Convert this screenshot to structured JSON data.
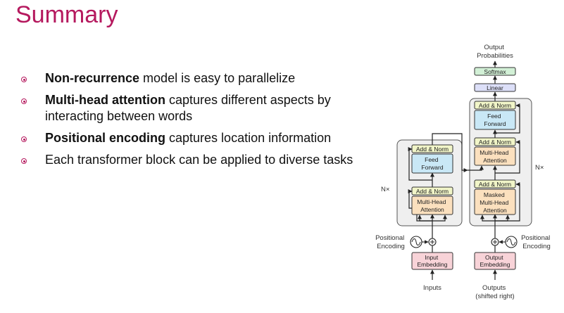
{
  "title": "Summary",
  "bullets": [
    {
      "bold": "Non-recurrence",
      "text": " model is easy to parallelize"
    },
    {
      "bold": "Multi-head attention",
      "text": " captures different aspects by interacting between words"
    },
    {
      "bold": "Positional encoding",
      "text": " captures location information"
    },
    {
      "bold": "",
      "text": "Each transformer block can be applied to diverse tasks"
    }
  ],
  "diagram": {
    "output_probabilities": [
      "Output",
      "Probabilities"
    ],
    "softmax": "Softmax",
    "linear": "Linear",
    "add_norm": "Add & Norm",
    "feed_forward": [
      "Feed",
      "Forward"
    ],
    "multi_head_attention": [
      "Multi-Head",
      "Attention"
    ],
    "masked_multi_head_attention": [
      "Masked",
      "Multi-Head",
      "Attention"
    ],
    "encoder_nx": "N×",
    "decoder_nx": "N×",
    "positional_encoding": [
      "Positional",
      "Encoding"
    ],
    "input_embedding": [
      "Input",
      "Embedding"
    ],
    "output_embedding": [
      "Output",
      "Embedding"
    ],
    "inputs": "Inputs",
    "outputs": [
      "Outputs",
      "(shifted right)"
    ],
    "colors": {
      "title": "#b5195e",
      "add_norm": "#f1f5c8",
      "feed_forward": "#c9e8f6",
      "attention": "#fbe0be",
      "embedding": "#f8d3d8",
      "linear": "#dcdff8",
      "softmax": "#d2f0d6",
      "block_bg": "#efefef"
    }
  }
}
